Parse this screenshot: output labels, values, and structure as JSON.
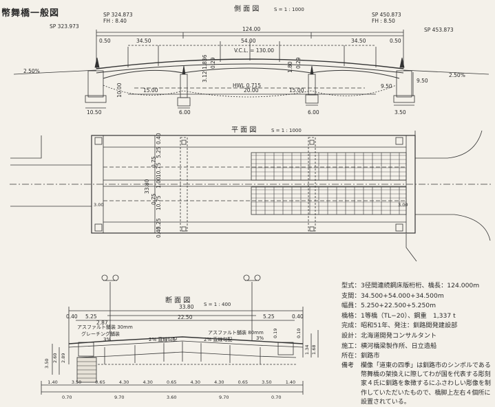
{
  "title": "幣舞橋一般図",
  "side_view": {
    "heading": "側 面 図",
    "scale": "S = 1 : 1000",
    "sp_left_top": "SP 324.873",
    "fh_left": "FH : 8.40",
    "sp_left": "SP 323.973",
    "sp_right_top": "SP 450.873",
    "fh_right": "FH : 8.50",
    "sp_right": "SP 453.873",
    "total_len": "124.00",
    "spans": [
      "34.50",
      "54.00",
      "34.50"
    ],
    "end_gaps": [
      "0.50",
      "0.50"
    ],
    "vcl": "V.C.L. = 130.00",
    "grade_left": "2.50%",
    "grade_right": "2.50%",
    "hwl": "HWL 0.715",
    "dims_under": [
      "15.00",
      "20.00",
      "15.00"
    ],
    "side_small": [
      "9.50",
      "9.50",
      "3.50",
      "6.00",
      "10.50"
    ],
    "rot_labels": [
      "3.12 1.836",
      "0.29",
      "1.80",
      "0.29"
    ],
    "side_misc": [
      "6.00",
      "10.00"
    ]
  },
  "plan_view": {
    "heading": "平 面 図",
    "scale": "S = 1 : 1000",
    "width_total": "33.80",
    "widths": [
      "5.25",
      "10.75",
      "1.00",
      "10.75",
      "5.25"
    ],
    "offsets": [
      "0.40",
      "0.40",
      "0.75",
      "0.75"
    ],
    "abut": [
      "3.00",
      "3.00"
    ]
  },
  "section_view": {
    "heading": "断 面 図",
    "scale": "S = 1 : 400",
    "top_total": "33.80",
    "sidewalk_l": "5.25",
    "road": "22.50",
    "sidewalk_r": "5.25",
    "edge_l": "0.40",
    "edge_r": "0.40",
    "label_l": "2.87",
    "asphalt_sw": "アスファルト舗装 30mm",
    "grating": "グレーチング舗装",
    "pct_left": "3%",
    "pct_right": "3%",
    "crown_l": "2% 直線勾配",
    "crown_r": "2% 直線勾配",
    "asphalt_rd": "アスファルト舗装 80mm",
    "h_left": [
      "3.50",
      "2.60",
      "2.89"
    ],
    "h_right": [
      "1.34",
      "1.68",
      "0.19",
      "0.10"
    ],
    "bottom_dims": [
      "1.40",
      "3.50",
      "0.65",
      "4.30",
      "4.30",
      "0.65",
      "4.30",
      "4.30",
      "0.65",
      "3.50",
      "1.40"
    ],
    "bottom_totals": [
      "0.70",
      "9.70",
      "3.60",
      "9.70",
      "0.70"
    ]
  },
  "specs": [
    {
      "label": "型式",
      "value": "3径間連続鋼床版桁桁、橋長：124.000m"
    },
    {
      "label": "支間",
      "value": "34.500+54.000+34.500m"
    },
    {
      "label": "幅員",
      "value": "5.250+22.500+5.250m"
    },
    {
      "label": "橋格",
      "value": "1等橋（TL−20）、鋼重　1,337 t"
    },
    {
      "label": "完成",
      "value": "昭和51年、発注：釧路開発建設部"
    },
    {
      "label": "設計",
      "value": "北海道開発コンサルタント"
    },
    {
      "label": "施工",
      "value": "横河橋梁製作所、日立造船"
    },
    {
      "label": "所在",
      "value": "釧路市"
    }
  ],
  "note": {
    "label": "備考",
    "text": "欄像「道東の四季」は釧路市のシンボルである幣舞橋の架換えに際してわが国を代表する彫刻家４氏に釧路を象徴するにふさわしい彫像を制作していただいたもので、橋脚上左右４個所に設置されている。"
  }
}
